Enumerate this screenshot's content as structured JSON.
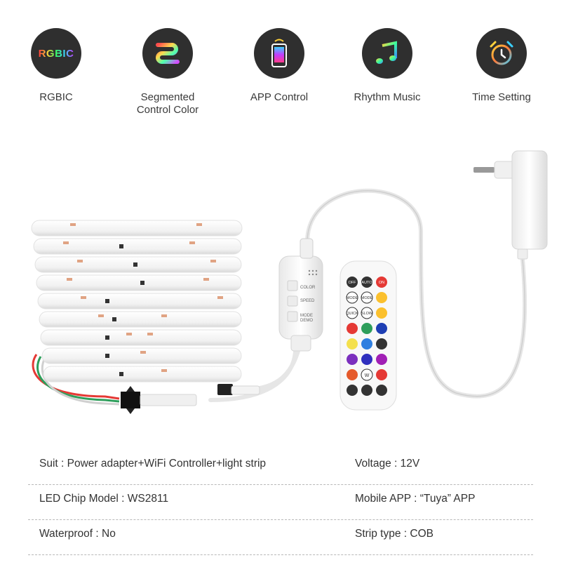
{
  "features": [
    {
      "icon": "rgbic-icon",
      "icon_text": "RGBIC",
      "label": "RGBIC"
    },
    {
      "icon": "segment-icon",
      "label_line1": "Segmented",
      "label_line2": "Control Color"
    },
    {
      "icon": "phone-icon",
      "label": "APP Control"
    },
    {
      "icon": "music-note-icon",
      "label": "Rhythm Music"
    },
    {
      "icon": "alarm-clock-icon",
      "label": "Time Setting"
    }
  ],
  "controller": {
    "button_color": "COLOR",
    "button_speed": "SPEED",
    "button_mode": "MODE",
    "button_demo": "DEMO"
  },
  "remote": {
    "off": "OFF",
    "auto": "AUTO",
    "on": "ON",
    "mode": "MODE",
    "quick": "QUICK",
    "slow": "SLOW",
    "w": "W"
  },
  "specs": [
    {
      "left": "Suit : Power adapter+WiFi Controller+light strip",
      "right": "Voltage : 12V"
    },
    {
      "left": "LED Chip Model : WS2811",
      "right": "Mobile APP : “Tuya” APP"
    },
    {
      "left": "Waterproof : No",
      "right": "Strip type : COB"
    }
  ],
  "colors": {
    "icon_bg": "#2f2f2f",
    "on_button": "#e53935",
    "strip_wire_red": "#e53935",
    "strip_wire_green": "#2e9e5b"
  }
}
